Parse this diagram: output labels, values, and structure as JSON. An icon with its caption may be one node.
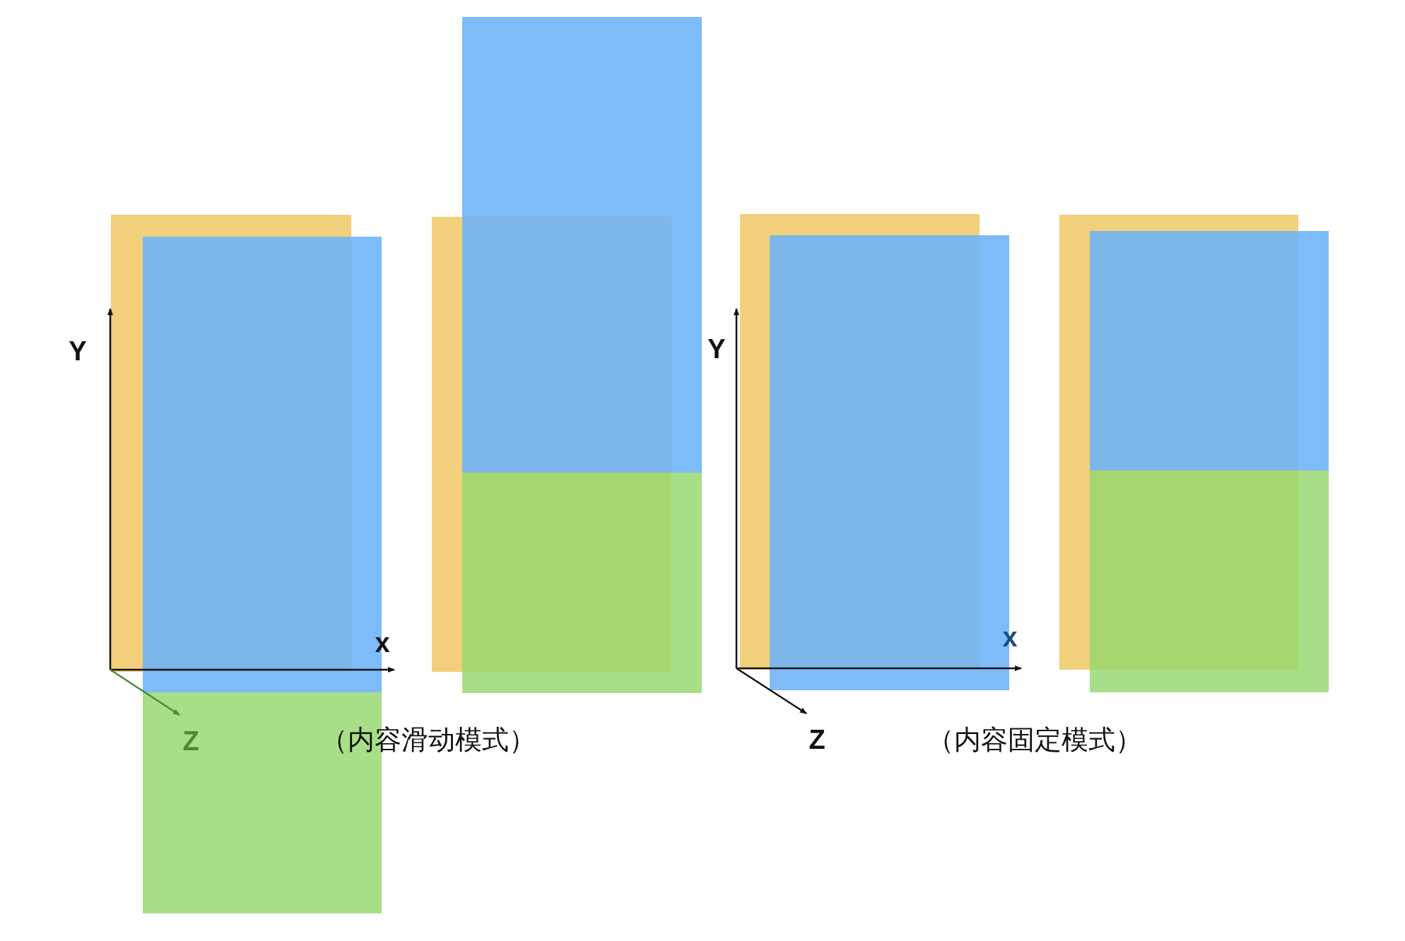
{
  "diagram": {
    "labels": [
      "Y",
      "x",
      "Z",
      "（内容滑动模式）",
      "Y",
      "x",
      "Z",
      "（内容固定模式）"
    ]
  }
}
